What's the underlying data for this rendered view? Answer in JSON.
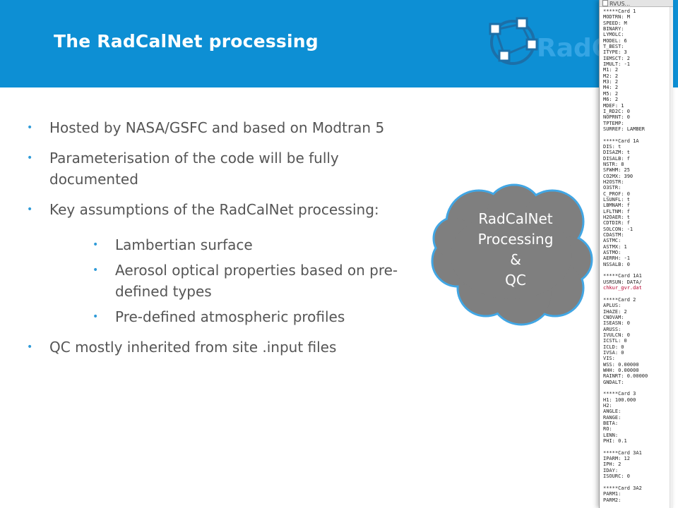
{
  "slide": {
    "title": "The RadCalNet processing",
    "bullets": [
      {
        "text": "Hosted by NASA/GSFC and based on Modtran 5",
        "level": 1
      },
      {
        "text": "Parameterisation of the code will be fully documented",
        "level": 1
      },
      {
        "text": "Key assumptions of the RadCalNet processing:",
        "level": 1
      },
      {
        "text": "Lambertian surface",
        "level": 2
      },
      {
        "text": "Aerosol optical properties based on pre-defined types",
        "level": 2
      },
      {
        "text": "Pre-defined atmospheric profiles",
        "level": 2
      },
      {
        "text": "QC mostly inherited from site .input files",
        "level": 1
      }
    ],
    "logo_text": "RadC",
    "cloud_lines": [
      "RadCalNet",
      "Processing",
      "&",
      "QC"
    ]
  },
  "config_window": {
    "title": "RVUS...",
    "lines": [
      "*****Card 1",
      "MODTRN: M",
      "SPEED: M",
      "BINARY:",
      "LYMOLC:",
      "MODEL: 6",
      "T_BEST:",
      "ITYPE: 3",
      "IEMSCT: 2",
      "IMULT: -1",
      "M1: 2",
      "M2: 2",
      "M3: 2",
      "M4: 2",
      "M5: 2",
      "M6: 2",
      "MDEF: 1",
      "I_RD2C: 0",
      "NOPRNT: 0",
      "TPTEMP:",
      "SURREF: LAMBER",
      "",
      "*****Card 1A",
      "DIS: t",
      "DISAZM: t",
      "DISALB: f",
      "NSTR: 8",
      "SFWHM: 25",
      "CO2MX: 390",
      "H2OSTR:",
      "O3STR:",
      "C_PROF: 0",
      "LSUNFL: t",
      "LBMNAM: f",
      "LFLTNM: f",
      "H2OAER: t",
      "CDTDIR: f",
      "SOLCON: -1",
      "CDASTM:",
      "ASTMC:",
      "ASTMX: 1",
      "ASTMO:",
      "AERRH: -1",
      "NSSALB: 0",
      "",
      "*****Card 1A1",
      "USRSUN: DATA/",
      "chkur_gvr.dat",
      "",
      "*****Card 2",
      "APLUS:",
      "IHAZE: 2",
      "CNOVAM:",
      "ISEASN: 0",
      "ARUSS:",
      "IVULCN: 0",
      "ICSTL: 0",
      "ICLD: 0",
      "IVSA: 0",
      "VIS:",
      "WSS: 0.00000",
      "WHH: 0.00000",
      "RAINRT: 0.00000",
      "GNDALT:",
      "",
      "*****Card 3",
      "H1: 100.000",
      "H2:",
      "ANGLE:",
      "RANGE:",
      "BETA:",
      "RO:",
      "LENN:",
      "PHI: 0.1",
      "",
      "*****Card 3A1",
      "IPARM: 12",
      "IPH: 2",
      "IDAY:",
      "ISOURC: 0",
      "",
      "*****Card 3A2",
      "PARM1:",
      "PARM2:"
    ],
    "highlight_line": "chkur_gvr.dat"
  },
  "colors": {
    "header": "#0d8fd4",
    "bullet_dot": "#2f9bd8",
    "cloud_fill": "#7f7f7f",
    "cloud_stroke": "#41a6e4"
  },
  "icons": {
    "bullet": "bullet-dot-icon",
    "logo": "network-nodes-icon"
  }
}
